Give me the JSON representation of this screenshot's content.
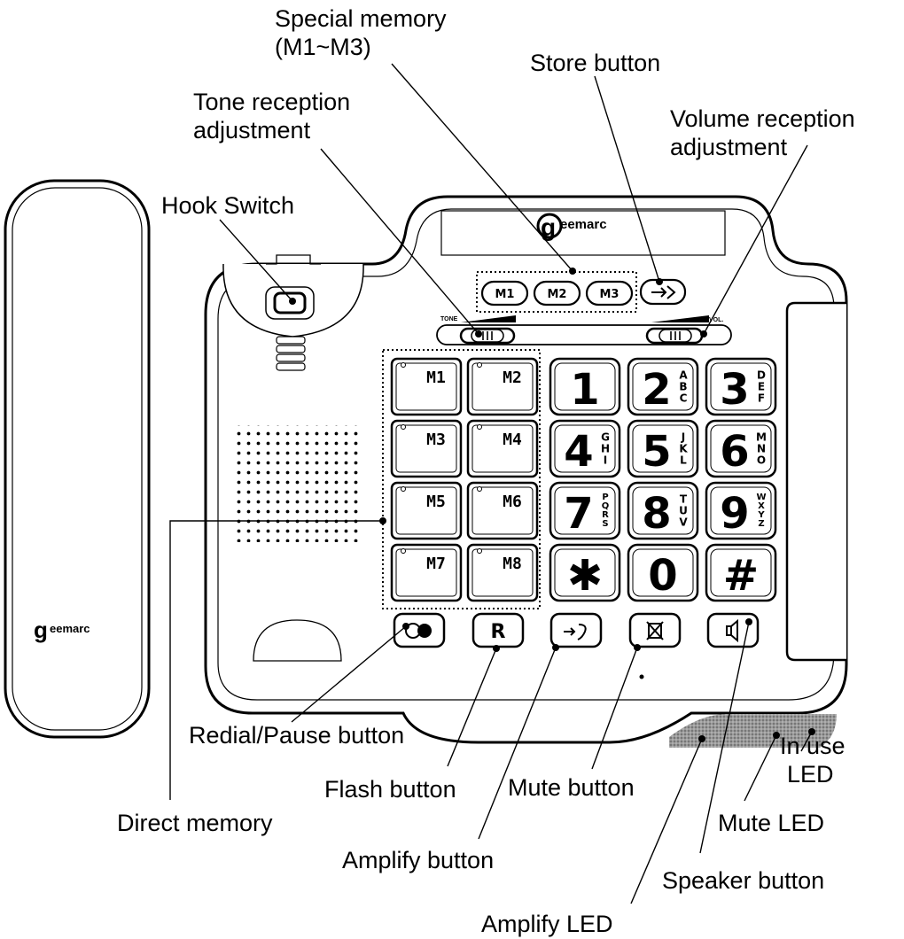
{
  "brand": {
    "logo_letter": "g",
    "logo_rest": "eemarc"
  },
  "panel": {
    "tone_label": "TONE",
    "vol_label": "VOL."
  },
  "special_memory_keys": [
    "M1",
    "M2",
    "M3"
  ],
  "direct_memory_keys": [
    "M1",
    "M2",
    "M3",
    "M4",
    "M5",
    "M6",
    "M7",
    "M8"
  ],
  "dial_keys": [
    {
      "digit": "1",
      "letters": ""
    },
    {
      "digit": "2",
      "letters": "ABC"
    },
    {
      "digit": "3",
      "letters": "DEF"
    },
    {
      "digit": "4",
      "letters": "GHI"
    },
    {
      "digit": "5",
      "letters": "JKL"
    },
    {
      "digit": "6",
      "letters": "MNO"
    },
    {
      "digit": "7",
      "letters": "PQRS"
    },
    {
      "digit": "8",
      "letters": "TUV"
    },
    {
      "digit": "9",
      "letters": "WXYZ"
    },
    {
      "digit": "✱",
      "letters": ""
    },
    {
      "digit": "0",
      "letters": ""
    },
    {
      "digit": "#",
      "letters": ""
    }
  ],
  "function_keys": {
    "flash": "R"
  },
  "callouts": {
    "special_memory_l1": "Special memory",
    "special_memory_l2": "(M1~M3)",
    "store_button": "Store button",
    "tone_l1": "Tone reception",
    "tone_l2": "adjustment",
    "volume_l1": "Volume reception",
    "volume_l2": "adjustment",
    "hook_switch": "Hook Switch",
    "redial_pause": "Redial/Pause button",
    "flash_button": "Flash button",
    "mute_button": "Mute button",
    "in_use_l1": "In use",
    "in_use_l2": "LED",
    "direct_memory": "Direct memory",
    "mute_led": "Mute LED",
    "amplify_button": "Amplify button",
    "speaker_button": "Speaker button",
    "amplify_led": "Amplify LED"
  },
  "colors": {
    "outline": "#000000",
    "grille": "#8a8a8a",
    "key_face": "#ffffff"
  }
}
